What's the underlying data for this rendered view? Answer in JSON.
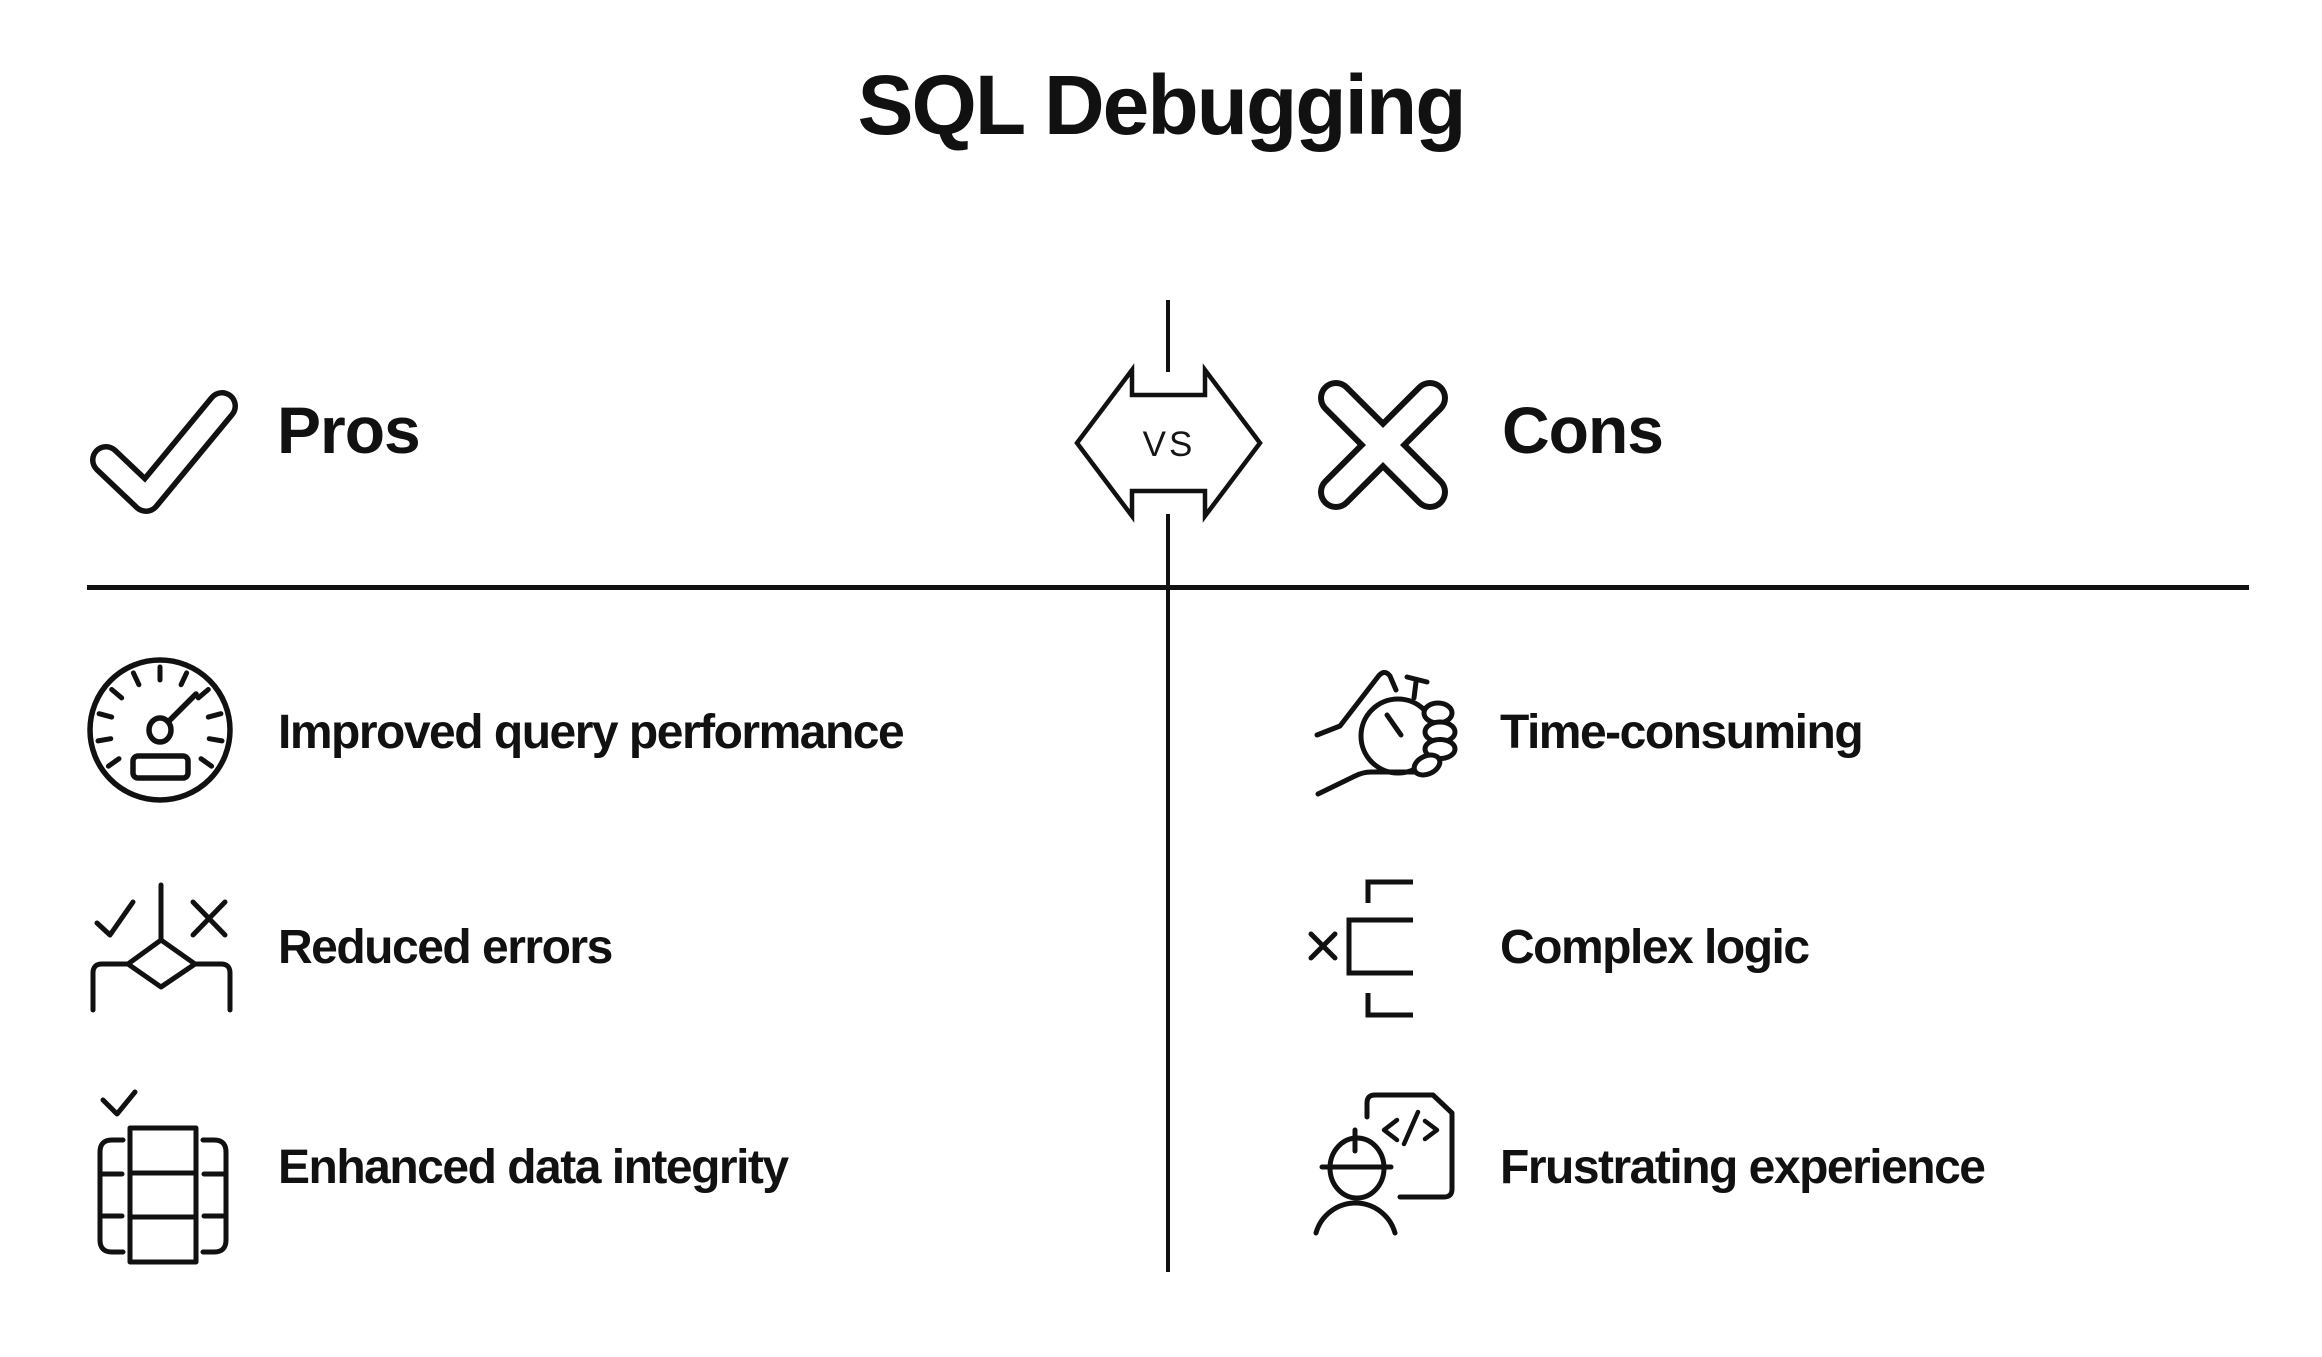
{
  "title": "SQL Debugging",
  "vs": {
    "label": "VS"
  },
  "pros": {
    "label": "Pros",
    "icon": "check-icon",
    "items": [
      {
        "icon": "speedometer-icon",
        "label": "Improved query performance"
      },
      {
        "icon": "decision-branch-icon",
        "label": "Reduced errors"
      },
      {
        "icon": "table-integrity-check-icon",
        "label": "Enhanced data integrity"
      }
    ]
  },
  "cons": {
    "label": "Cons",
    "icon": "cross-icon",
    "items": [
      {
        "icon": "stopwatch-in-hand-icon",
        "label": "Time-consuming"
      },
      {
        "icon": "nested-brackets-icon",
        "label": "Complex logic"
      },
      {
        "icon": "person-code-document-icon",
        "label": "Frustrating experience"
      }
    ]
  },
  "colors": {
    "ink": "#111111",
    "background": "#ffffff"
  }
}
